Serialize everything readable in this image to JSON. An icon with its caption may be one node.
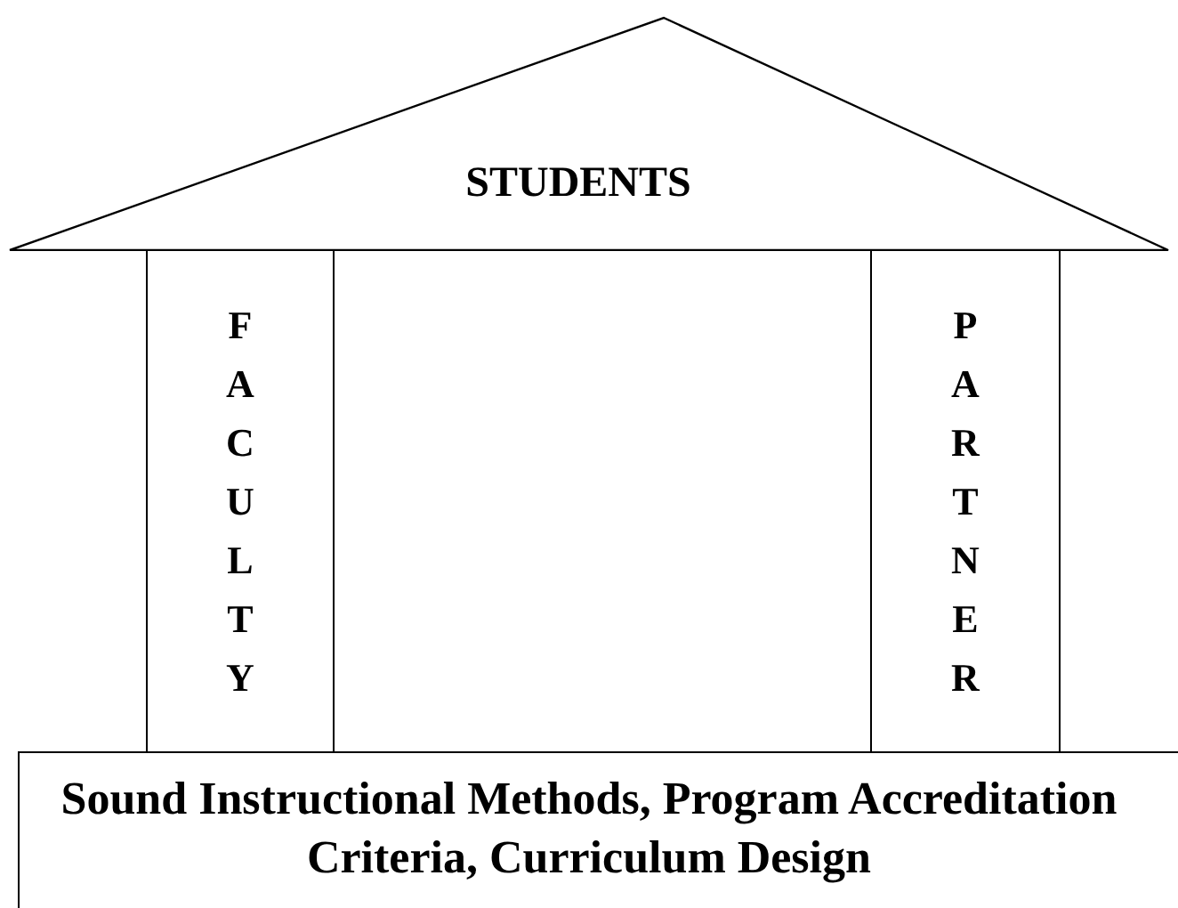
{
  "diagram": {
    "nodes": [
      {
        "text": [
          "STUDENTS"
        ]
      },
      {
        "text": [
          "FACULTY"
        ]
      },
      {
        "text": [
          "PARTNER"
        ]
      },
      {
        "text": [
          "Sound Instructional Methods, Program Accreditation Criteria, Curriculum Design"
        ]
      }
    ]
  }
}
